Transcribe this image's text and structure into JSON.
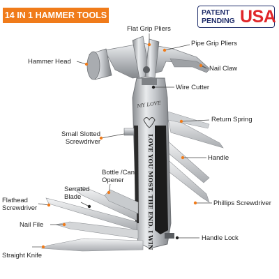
{
  "banner": "14 IN 1 HAMMER TOOLS",
  "patent": {
    "line1": "PATENT",
    "line2": "PENDING",
    "country": "USA"
  },
  "engraving": {
    "top": "MY LOVE",
    "main": "LOVE YOU MOST. THE END. I WIN"
  },
  "labels": {
    "flat_grip_pliers": "Flat Grip Pliers",
    "pipe_grip_pliers": "Pipe Grip Pliers",
    "hammer_head": "Hammer Head",
    "nail_claw": "Nail Claw",
    "wire_cutter": "Wire Cutter",
    "return_spring": "Return Spring",
    "small_slotted_screwdriver_1": "Small Slotted",
    "small_slotted_screwdriver_2": "Screwdriver",
    "handle": "Handle",
    "bottle_can_opener_1": "Bottle /Can",
    "bottle_can_opener_2": "Opener",
    "serrated_blade_1": "Serrated",
    "serrated_blade_2": "Blade",
    "flathead_screwdriver_1": "Flathead",
    "flathead_screwdriver_2": "Screwdriver",
    "phillips_screwdriver": "Phillips Screwdriver",
    "nail_file": "Nail File",
    "handle_lock": "Handle Lock",
    "straight_knife": "Straight Knife"
  },
  "colors": {
    "accent": "#f07b1a",
    "navy": "#1f2d6b",
    "red": "#e0262a"
  }
}
